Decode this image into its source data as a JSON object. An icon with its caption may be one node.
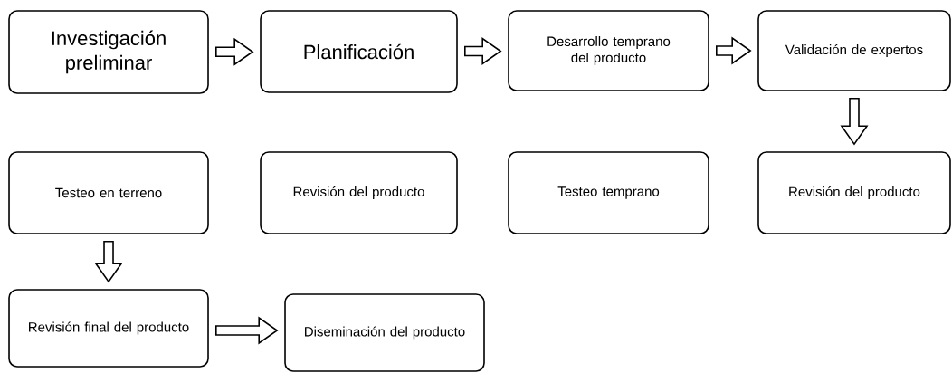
{
  "diagram": {
    "nodes": [
      {
        "text": [
          "Investigación preliminar"
        ]
      },
      {
        "text": [
          "Planificación"
        ]
      },
      {
        "text": [
          "Desarrollo temprano del producto"
        ]
      },
      {
        "text": [
          "Validación de expertos"
        ]
      },
      {
        "text": [
          "Testeo en terreno"
        ]
      },
      {
        "text": [
          "Revisión del producto"
        ]
      },
      {
        "text": [
          "Testeo temprano"
        ]
      },
      {
        "text": [
          "Revisión del producto"
        ]
      },
      {
        "text": [
          "Revisión final del producto"
        ]
      },
      {
        "text": [
          "Diseminación del producto"
        ]
      }
    ],
    "edges": [
      {
        "from": 0,
        "to": 1,
        "arrow": "to"
      },
      {
        "from": 1,
        "to": 2,
        "arrow": "to"
      },
      {
        "from": 2,
        "to": 3,
        "arrow": "to"
      },
      {
        "from": 3,
        "to": 7,
        "arrow": "to"
      },
      {
        "from": 4,
        "to": 8,
        "arrow": "to"
      },
      {
        "from": 8,
        "to": 9,
        "arrow": "to"
      }
    ]
  }
}
